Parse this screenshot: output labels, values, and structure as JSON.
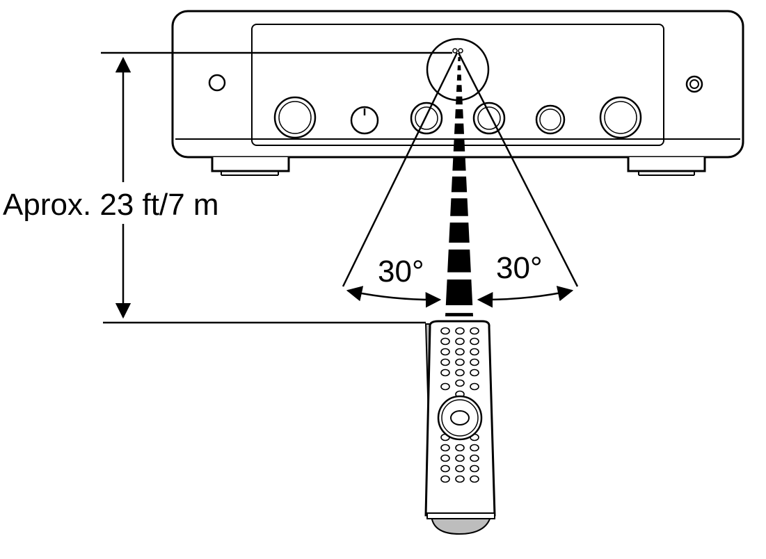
{
  "distance_label": "Aprox. 23 ft/7 m",
  "angle_left_label": "30°",
  "angle_right_label": "30°",
  "colors": {
    "line": "#000000",
    "background": "#ffffff",
    "remote_shadow": "#bdbdbd"
  }
}
